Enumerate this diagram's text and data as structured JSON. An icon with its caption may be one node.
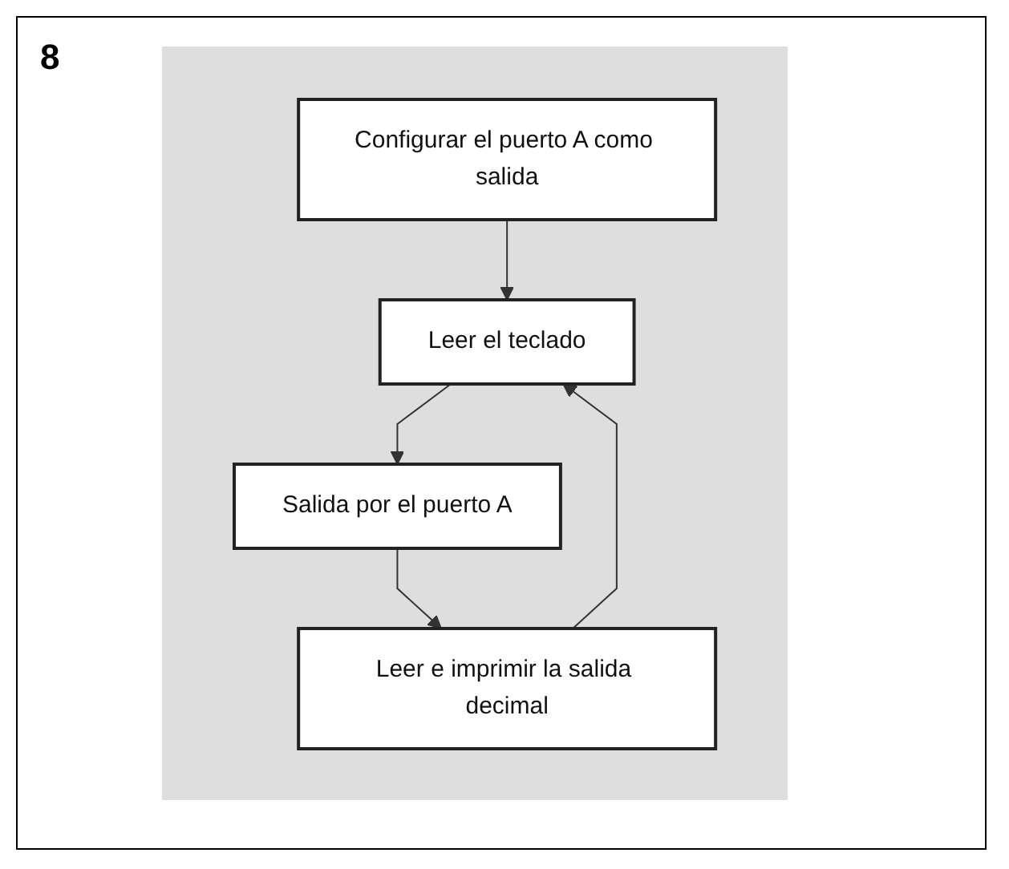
{
  "diagram": {
    "nodes": [
      {
        "text": [
          "Configurar el puerto A como salida"
        ]
      },
      {
        "text": [
          "Leer el teclado"
        ]
      },
      {
        "text": [
          "Salida por el puerto A"
        ]
      },
      {
        "text": [
          "Leer e imprimir la salida decimal"
        ]
      }
    ],
    "edges": [
      {
        "from": 0,
        "to": 1,
        "arrow": "to"
      },
      {
        "from": 1,
        "to": 2,
        "arrow": "to"
      },
      {
        "from": 2,
        "to": 3,
        "arrow": "to"
      },
      {
        "from": 3,
        "to": 1,
        "arrow": "to"
      }
    ],
    "labels": [
      "8"
    ]
  }
}
